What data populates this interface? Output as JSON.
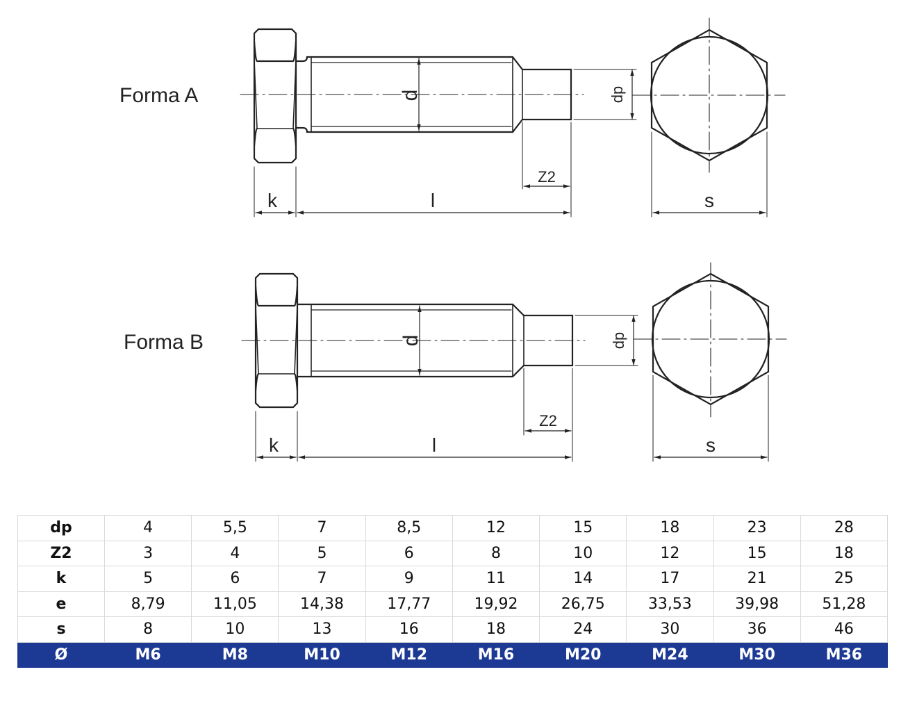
{
  "drawing": {
    "form_a_label": "Forma A",
    "form_b_label": "Forma B",
    "dim_d": "d",
    "dim_dp": "dp",
    "dim_z2": "Z2",
    "dim_k": "k",
    "dim_l": "l",
    "dim_s": "s",
    "line_color": "#222222"
  },
  "table": {
    "header_color": "#1c3a94",
    "rows": [
      {
        "label": "dp",
        "values": [
          "4",
          "5,5",
          "7",
          "8,5",
          "12",
          "15",
          "18",
          "23",
          "28"
        ]
      },
      {
        "label": "Z2",
        "values": [
          "3",
          "4",
          "5",
          "6",
          "8",
          "10",
          "12",
          "15",
          "18"
        ]
      },
      {
        "label": "k",
        "values": [
          "5",
          "6",
          "7",
          "9",
          "11",
          "14",
          "17",
          "21",
          "25"
        ]
      },
      {
        "label": "e",
        "values": [
          "8,79",
          "11,05",
          "14,38",
          "17,77",
          "19,92",
          "26,75",
          "33,53",
          "39,98",
          "51,28"
        ]
      },
      {
        "label": "s",
        "values": [
          "8",
          "10",
          "13",
          "16",
          "18",
          "24",
          "30",
          "36",
          "46"
        ]
      },
      {
        "label": "Ø",
        "values": [
          "M6",
          "M8",
          "M10",
          "M12",
          "M16",
          "M20",
          "M24",
          "M30",
          "M36"
        ]
      }
    ]
  }
}
